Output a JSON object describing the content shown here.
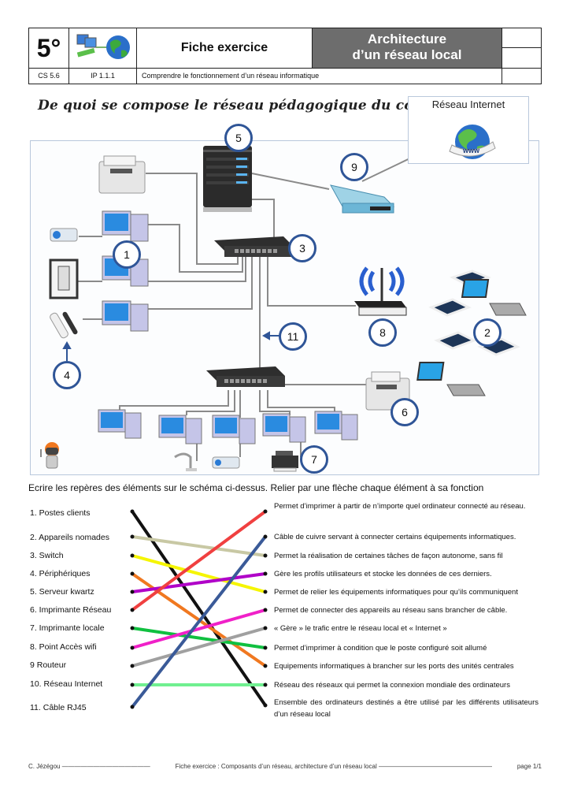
{
  "header": {
    "grade": "5°",
    "logo_icon": "network-globe-icon",
    "fiche": "Fiche exercice",
    "title_line1": "Architecture",
    "title_line2": "d’un réseau local",
    "cs": "CS 5.6",
    "ip": "IP 1.1.1",
    "competence": "Comprendre le fonctionnement d’un réseau informatique"
  },
  "diagram": {
    "question": "De quoi se compose le réseau pédagogique du collège ?",
    "internet_label": "Réseau Internet",
    "badges": [
      "5",
      "9",
      "3",
      "1",
      "8",
      "11",
      "2",
      "4",
      "6",
      "7"
    ]
  },
  "exercise": {
    "instruction": "Ecrire les repères des éléments sur le schéma ci-dessus. Relier par une flèche chaque élément à sa fonction",
    "elements": [
      "1. Postes clients",
      "2. Appareils nomades",
      "3. Switch",
      "4. Périphériques",
      "5. Serveur kwartz",
      "6. Imprimante Réseau",
      "7. Imprimante locale",
      "8. Point Accès wifi",
      "9 Routeur",
      "10. Réseau Internet",
      "11. Câble RJ45"
    ],
    "functions": [
      "Permet d’imprimer à partir de n’importe quel ordinateur connecté au réseau.",
      "Câble de cuivre servant à connecter certains équipements informatiques.",
      "Permet la réalisation de certaines tâches de façon autonome, sans fil",
      "Gère les profils utilisateurs et stocke les données de ces derniers.",
      "Permet de relier les équipements informatiques pour qu’ils communiquent",
      "Permet de connecter des appareils au réseau sans brancher de câble.",
      "« Gère » le trafic entre le réseau local et  « Internet »",
      "Permet d’imprimer à condition que le poste configuré soit allumé",
      "Equipements informatiques à brancher sur les ports des unités centrales",
      "Réseau des réseaux qui permet la connexion mondiale des ordinateurs",
      "Ensemble des ordinateurs destinés a être utilisé par les différents utilisateurs d’un réseau local"
    ],
    "links": [
      {
        "from": 1,
        "to": 11,
        "color": "#111111"
      },
      {
        "from": 2,
        "to": 3,
        "color": "#c8c8a4"
      },
      {
        "from": 3,
        "to": 5,
        "color": "#f5f500"
      },
      {
        "from": 4,
        "to": 9,
        "color": "#f07820"
      },
      {
        "from": 5,
        "to": 4,
        "color": "#b000c8"
      },
      {
        "from": 6,
        "to": 1,
        "color": "#f04040"
      },
      {
        "from": 7,
        "to": 8,
        "color": "#10c040"
      },
      {
        "from": 8,
        "to": 6,
        "color": "#f020c8"
      },
      {
        "from": 9,
        "to": 7,
        "color": "#a0a0a0"
      },
      {
        "from": 10,
        "to": 10,
        "color": "#70f090"
      },
      {
        "from": 11,
        "to": 2,
        "color": "#3a5a98"
      }
    ]
  },
  "footer": {
    "author": "C. Jézégou ——————————————",
    "center": "Fiche exercice : Composants d’un réseau, architecture d’un réseau local ——————————————————",
    "page": "page 1/1"
  }
}
